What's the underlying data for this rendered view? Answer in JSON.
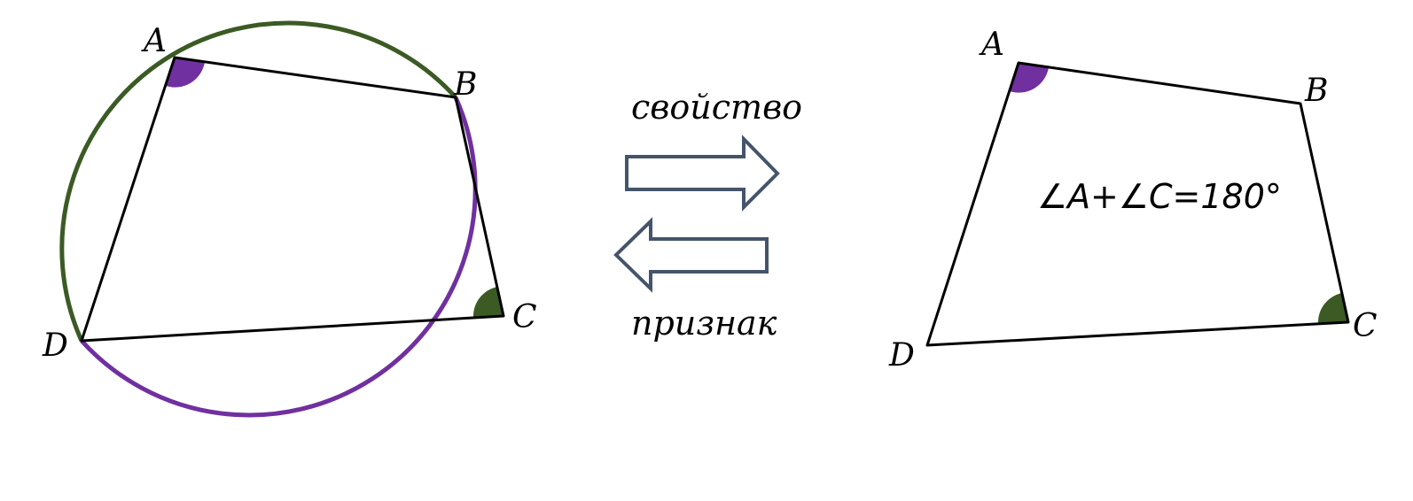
{
  "colors": {
    "arc_green": "#3b5a24",
    "arc_purple": "#7030a0",
    "angle_purple": "#7030a0",
    "angle_green": "#3b5a24",
    "arrow_stroke": "#44546a",
    "edge": "#000000"
  },
  "left_figure": {
    "labels": {
      "a": "A",
      "b": "B",
      "c": "C",
      "d": "D"
    }
  },
  "right_figure": {
    "labels": {
      "a": "A",
      "b": "B",
      "c": "C",
      "d": "D"
    },
    "formula": "∠A+∠C=180°"
  },
  "arrows": {
    "forward_label": "свойство",
    "backward_label": "признак",
    "forward_icon": "right-arrow-icon",
    "backward_icon": "left-arrow-icon"
  }
}
